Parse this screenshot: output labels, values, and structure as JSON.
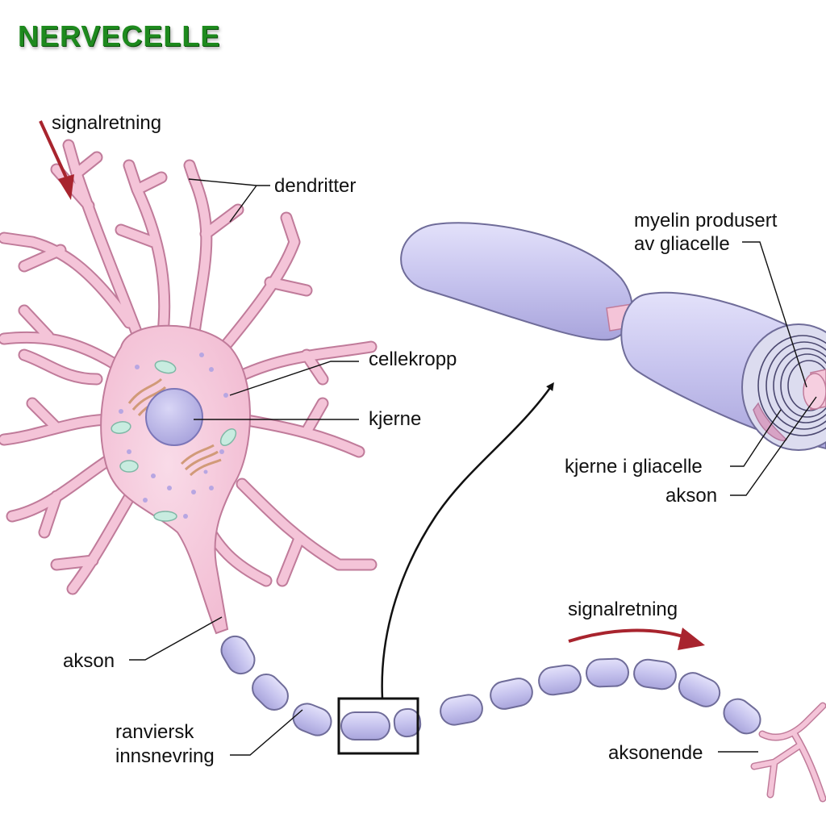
{
  "title": "NERVECELLE",
  "labels": {
    "signal_in": "signalretning",
    "dendrites": "dendritter",
    "cell_body": "cellekropp",
    "nucleus": "kjerne",
    "axon_main": "akson",
    "node_line1": "ranviersk",
    "node_line2": "innsnevring",
    "myelin_line1": "myelin produsert",
    "myelin_line2": "av gliacelle",
    "glia_nucleus": "kjerne i gliacelle",
    "axon_detail": "akson",
    "signal_out": "signalretning",
    "axon_terminal": "aksonende"
  },
  "colors": {
    "title": "#1e8a1e",
    "cell_pink": "#f4c4d8",
    "cell_outline": "#c07b9a",
    "myelin": "#c9c7ef",
    "myelin_outline": "#6f6c99",
    "arrow_red": "#a8242e"
  }
}
